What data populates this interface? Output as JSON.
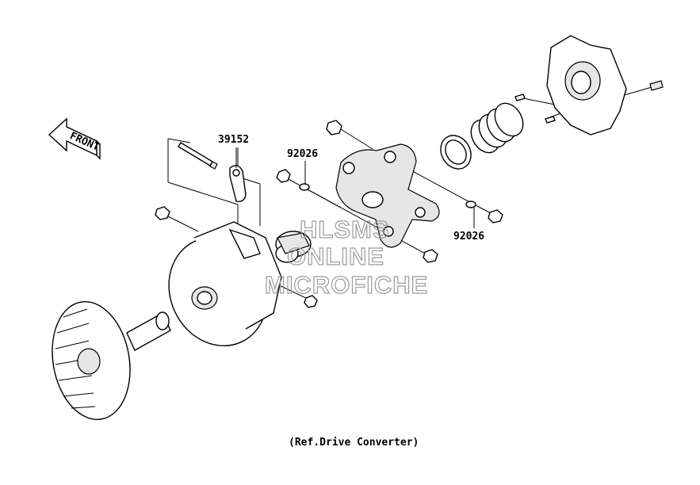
{
  "front_arrow": {
    "label": "FRONT"
  },
  "callouts": [
    {
      "id": "callout-39152",
      "number": "39152"
    },
    {
      "id": "callout-92026-upper",
      "number": "92026"
    },
    {
      "id": "callout-92026-lower",
      "number": "92026"
    }
  ],
  "caption": "(Ref.Drive Converter)",
  "watermark": {
    "lines": [
      "HLSMS",
      "ONLINE",
      "MICROFICHE"
    ]
  }
}
